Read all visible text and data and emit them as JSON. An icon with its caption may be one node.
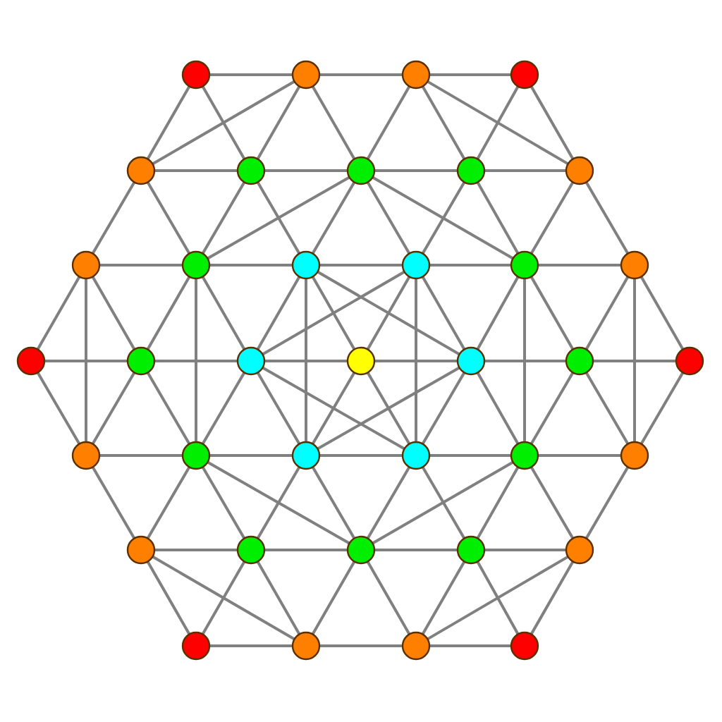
{
  "diagram": {
    "nodes": [
      {
        "text": [],
        "shape": "circle"
      },
      {
        "text": [],
        "shape": "circle"
      },
      {
        "text": [],
        "shape": "circle"
      },
      {
        "text": [],
        "shape": "circle"
      },
      {
        "text": [],
        "shape": "circle"
      },
      {
        "text": [],
        "shape": "circle"
      },
      {
        "text": [],
        "shape": "circle"
      },
      {
        "text": [],
        "shape": "circle"
      },
      {
        "text": [],
        "shape": "circle"
      },
      {
        "text": [],
        "shape": "circle"
      },
      {
        "text": [],
        "shape": "circle"
      },
      {
        "text": [],
        "shape": "circle"
      },
      {
        "text": [],
        "shape": "circle"
      },
      {
        "text": [],
        "shape": "circle"
      },
      {
        "text": [],
        "shape": "circle"
      },
      {
        "text": [],
        "shape": "circle"
      },
      {
        "text": [],
        "shape": "circle"
      },
      {
        "text": [],
        "shape": "circle"
      },
      {
        "text": [],
        "shape": "circle"
      },
      {
        "text": [],
        "shape": "circle"
      },
      {
        "text": [],
        "shape": "circle"
      },
      {
        "text": [],
        "shape": "circle"
      },
      {
        "text": [],
        "shape": "circle"
      },
      {
        "text": [],
        "shape": "circle"
      },
      {
        "text": [],
        "shape": "circle"
      },
      {
        "text": [],
        "shape": "circle"
      },
      {
        "text": [],
        "shape": "circle"
      },
      {
        "text": [],
        "shape": "circle"
      },
      {
        "text": [],
        "shape": "circle"
      },
      {
        "text": [],
        "shape": "circle"
      },
      {
        "text": [],
        "shape": "circle"
      },
      {
        "text": [],
        "shape": "circle"
      },
      {
        "text": [],
        "shape": "circle"
      },
      {
        "text": [],
        "shape": "circle"
      },
      {
        "text": [],
        "shape": "circle"
      },
      {
        "text": [],
        "shape": "circle"
      },
      {
        "text": [],
        "shape": "circle"
      }
    ],
    "edges": [
      {
        "from": 0,
        "to": 1,
        "arrow": "none"
      },
      {
        "from": 1,
        "to": 2,
        "arrow": "none"
      },
      {
        "from": 2,
        "to": 3,
        "arrow": "none"
      },
      {
        "from": 0,
        "to": 4,
        "arrow": "none"
      },
      {
        "from": 0,
        "to": 5,
        "arrow": "none"
      },
      {
        "from": 1,
        "to": 4,
        "arrow": "none"
      },
      {
        "from": 1,
        "to": 5,
        "arrow": "none"
      },
      {
        "from": 1,
        "to": 6,
        "arrow": "none"
      },
      {
        "from": 2,
        "to": 6,
        "arrow": "none"
      },
      {
        "from": 2,
        "to": 7,
        "arrow": "none"
      },
      {
        "from": 2,
        "to": 8,
        "arrow": "none"
      },
      {
        "from": 3,
        "to": 7,
        "arrow": "none"
      },
      {
        "from": 3,
        "to": 8,
        "arrow": "none"
      },
      {
        "from": 4,
        "to": 5,
        "arrow": "none"
      },
      {
        "from": 5,
        "to": 6,
        "arrow": "none"
      },
      {
        "from": 6,
        "to": 7,
        "arrow": "none"
      },
      {
        "from": 7,
        "to": 8,
        "arrow": "none"
      },
      {
        "from": 4,
        "to": 9,
        "arrow": "none"
      },
      {
        "from": 4,
        "to": 10,
        "arrow": "none"
      },
      {
        "from": 5,
        "to": 10,
        "arrow": "none"
      },
      {
        "from": 5,
        "to": 11,
        "arrow": "none"
      },
      {
        "from": 6,
        "to": 10,
        "arrow": "none"
      },
      {
        "from": 6,
        "to": 11,
        "arrow": "none"
      },
      {
        "from": 6,
        "to": 12,
        "arrow": "none"
      },
      {
        "from": 6,
        "to": 13,
        "arrow": "none"
      },
      {
        "from": 7,
        "to": 12,
        "arrow": "none"
      },
      {
        "from": 7,
        "to": 13,
        "arrow": "none"
      },
      {
        "from": 8,
        "to": 13,
        "arrow": "none"
      },
      {
        "from": 8,
        "to": 14,
        "arrow": "none"
      },
      {
        "from": 9,
        "to": 10,
        "arrow": "none"
      },
      {
        "from": 10,
        "to": 11,
        "arrow": "none"
      },
      {
        "from": 11,
        "to": 12,
        "arrow": "none"
      },
      {
        "from": 12,
        "to": 13,
        "arrow": "none"
      },
      {
        "from": 13,
        "to": 14,
        "arrow": "none"
      },
      {
        "from": 9,
        "to": 15,
        "arrow": "none"
      },
      {
        "from": 9,
        "to": 16,
        "arrow": "none"
      },
      {
        "from": 9,
        "to": 22,
        "arrow": "none"
      },
      {
        "from": 10,
        "to": 16,
        "arrow": "none"
      },
      {
        "from": 10,
        "to": 17,
        "arrow": "none"
      },
      {
        "from": 10,
        "to": 23,
        "arrow": "none"
      },
      {
        "from": 11,
        "to": 17,
        "arrow": "none"
      },
      {
        "from": 11,
        "to": 18,
        "arrow": "none"
      },
      {
        "from": 11,
        "to": 24,
        "arrow": "none"
      },
      {
        "from": 11,
        "to": 19,
        "arrow": "none"
      },
      {
        "from": 12,
        "to": 17,
        "arrow": "none"
      },
      {
        "from": 12,
        "to": 18,
        "arrow": "none"
      },
      {
        "from": 12,
        "to": 19,
        "arrow": "none"
      },
      {
        "from": 12,
        "to": 25,
        "arrow": "none"
      },
      {
        "from": 13,
        "to": 19,
        "arrow": "none"
      },
      {
        "from": 13,
        "to": 20,
        "arrow": "none"
      },
      {
        "from": 13,
        "to": 26,
        "arrow": "none"
      },
      {
        "from": 14,
        "to": 20,
        "arrow": "none"
      },
      {
        "from": 14,
        "to": 21,
        "arrow": "none"
      },
      {
        "from": 14,
        "to": 27,
        "arrow": "none"
      },
      {
        "from": 15,
        "to": 16,
        "arrow": "none"
      },
      {
        "from": 16,
        "to": 17,
        "arrow": "none"
      },
      {
        "from": 17,
        "to": 18,
        "arrow": "none"
      },
      {
        "from": 18,
        "to": 19,
        "arrow": "none"
      },
      {
        "from": 19,
        "to": 20,
        "arrow": "none"
      },
      {
        "from": 20,
        "to": 21,
        "arrow": "none"
      },
      {
        "from": 15,
        "to": 22,
        "arrow": "none"
      },
      {
        "from": 16,
        "to": 22,
        "arrow": "none"
      },
      {
        "from": 16,
        "to": 23,
        "arrow": "none"
      },
      {
        "from": 17,
        "to": 23,
        "arrow": "none"
      },
      {
        "from": 17,
        "to": 24,
        "arrow": "none"
      },
      {
        "from": 17,
        "to": 25,
        "arrow": "none"
      },
      {
        "from": 18,
        "to": 24,
        "arrow": "none"
      },
      {
        "from": 18,
        "to": 25,
        "arrow": "none"
      },
      {
        "from": 19,
        "to": 24,
        "arrow": "none"
      },
      {
        "from": 19,
        "to": 25,
        "arrow": "none"
      },
      {
        "from": 19,
        "to": 26,
        "arrow": "none"
      },
      {
        "from": 20,
        "to": 26,
        "arrow": "none"
      },
      {
        "from": 20,
        "to": 27,
        "arrow": "none"
      },
      {
        "from": 21,
        "to": 27,
        "arrow": "none"
      },
      {
        "from": 22,
        "to": 23,
        "arrow": "none"
      },
      {
        "from": 23,
        "to": 24,
        "arrow": "none"
      },
      {
        "from": 24,
        "to": 25,
        "arrow": "none"
      },
      {
        "from": 25,
        "to": 26,
        "arrow": "none"
      },
      {
        "from": 26,
        "to": 27,
        "arrow": "none"
      },
      {
        "from": 22,
        "to": 28,
        "arrow": "none"
      },
      {
        "from": 23,
        "to": 28,
        "arrow": "none"
      },
      {
        "from": 23,
        "to": 29,
        "arrow": "none"
      },
      {
        "from": 23,
        "to": 30,
        "arrow": "none"
      },
      {
        "from": 24,
        "to": 29,
        "arrow": "none"
      },
      {
        "from": 24,
        "to": 30,
        "arrow": "none"
      },
      {
        "from": 25,
        "to": 30,
        "arrow": "none"
      },
      {
        "from": 25,
        "to": 31,
        "arrow": "none"
      },
      {
        "from": 26,
        "to": 30,
        "arrow": "none"
      },
      {
        "from": 26,
        "to": 31,
        "arrow": "none"
      },
      {
        "from": 26,
        "to": 32,
        "arrow": "none"
      },
      {
        "from": 27,
        "to": 32,
        "arrow": "none"
      },
      {
        "from": 28,
        "to": 29,
        "arrow": "none"
      },
      {
        "from": 29,
        "to": 30,
        "arrow": "none"
      },
      {
        "from": 30,
        "to": 31,
        "arrow": "none"
      },
      {
        "from": 31,
        "to": 32,
        "arrow": "none"
      },
      {
        "from": 28,
        "to": 33,
        "arrow": "none"
      },
      {
        "from": 28,
        "to": 34,
        "arrow": "none"
      },
      {
        "from": 29,
        "to": 33,
        "arrow": "none"
      },
      {
        "from": 29,
        "to": 34,
        "arrow": "none"
      },
      {
        "from": 30,
        "to": 34,
        "arrow": "none"
      },
      {
        "from": 30,
        "to": 35,
        "arrow": "none"
      },
      {
        "from": 31,
        "to": 35,
        "arrow": "none"
      },
      {
        "from": 31,
        "to": 36,
        "arrow": "none"
      },
      {
        "from": 32,
        "to": 35,
        "arrow": "none"
      },
      {
        "from": 32,
        "to": 36,
        "arrow": "none"
      },
      {
        "from": 33,
        "to": 34,
        "arrow": "none"
      },
      {
        "from": 34,
        "to": 35,
        "arrow": "none"
      },
      {
        "from": 35,
        "to": 36,
        "arrow": "none"
      }
    ]
  }
}
